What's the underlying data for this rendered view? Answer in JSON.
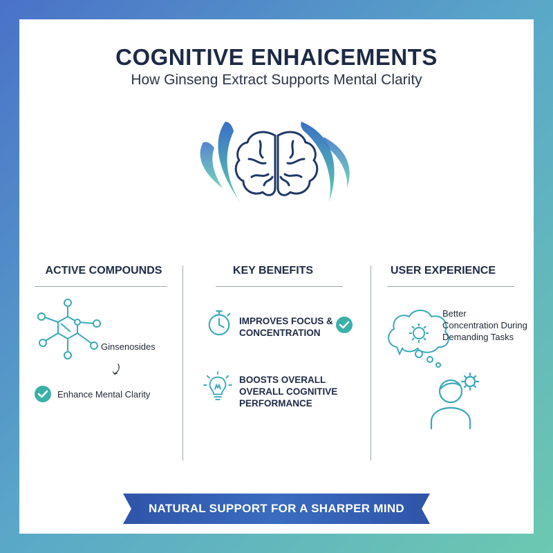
{
  "header": {
    "title": "COGNITIVE ENHAICEMENTS",
    "subtitle": "How Ginseng Extract Supports Mental Clarity"
  },
  "hero": {
    "icon": "brain-icon"
  },
  "columns": [
    {
      "heading": "ACTIVE COMPOUNDS",
      "compound_label": "Ginsenosides",
      "result_label": "Enhance Mental Clarity"
    },
    {
      "heading": "KEY BENEFITS",
      "benefit_1": [
        "IMPROVES FOCUS &",
        "CONCENTRATION"
      ],
      "benefit_2": [
        "BOOSTS OVERALL",
        "OVERALL COGNITIVE",
        "PERFORMANCE"
      ]
    },
    {
      "heading": "USER EXPERIENCE",
      "experience": [
        "Better",
        "Concentration During",
        "Demanding Tasks"
      ]
    }
  ],
  "banner": {
    "text": "NATURAL SUPPORT FOR A SHARPER MIND"
  },
  "colors": {
    "navy": "#1e2a44",
    "teal": "#3aa8b8",
    "blue": "#3b6fc4",
    "check_fill": "#3ab0a8"
  }
}
